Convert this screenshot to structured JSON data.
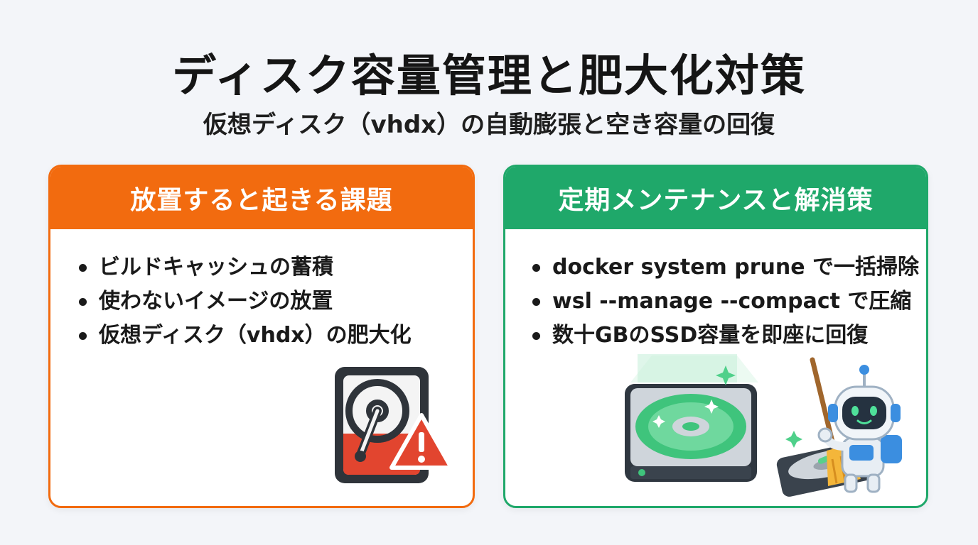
{
  "title": "ディスク容量管理と肥大化対策",
  "subtitle": "仮想ディスク（vhdx）の自動膨張と空き容量の回復",
  "left_card": {
    "header": "放置すると起きる課題",
    "accent": "#f26b0f",
    "items": [
      "ビルドキャッシュの蓄積",
      "使わないイメージの放置",
      "仮想ディスク（vhdx）の肥大化"
    ],
    "icon": "hard-drive-warning-icon"
  },
  "right_card": {
    "header": "定期メンテナンスと解消策",
    "accent": "#1fa86a",
    "items": [
      "docker system prune で一括掃除",
      "wsl --manage --compact で圧縮",
      "数十GBのSSD容量を即座に回復"
    ],
    "icon": "robot-cleaning-disk-icon"
  }
}
